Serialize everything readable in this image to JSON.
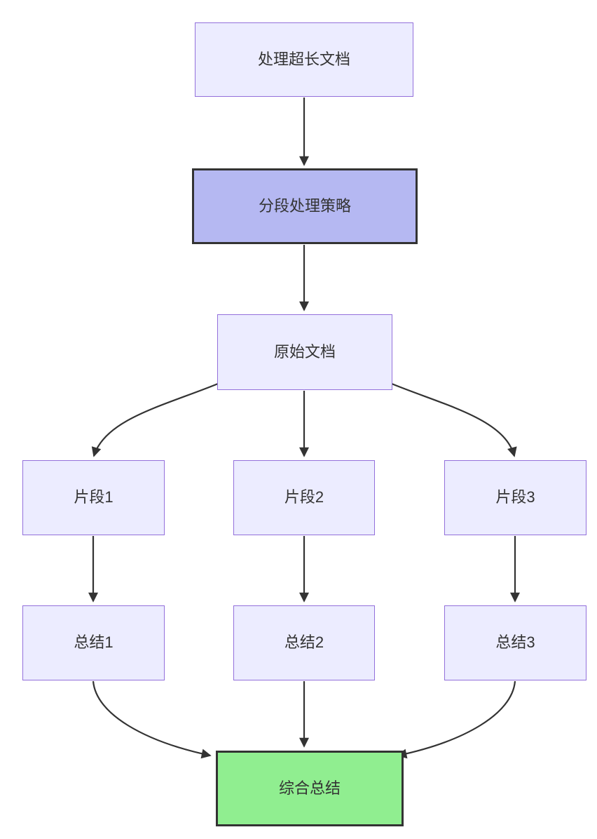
{
  "diagram": {
    "type": "flowchart-top-down",
    "nodes": [
      {
        "id": "start",
        "label": "处理超长文档",
        "kind": "default"
      },
      {
        "id": "strategy",
        "label": "分段处理策略",
        "kind": "highlight-purple"
      },
      {
        "id": "doc",
        "label": "原始文档",
        "kind": "default"
      },
      {
        "id": "chunk1",
        "label": "片段1",
        "kind": "default"
      },
      {
        "id": "chunk2",
        "label": "片段2",
        "kind": "default"
      },
      {
        "id": "chunk3",
        "label": "片段3",
        "kind": "default"
      },
      {
        "id": "summary1",
        "label": "总结1",
        "kind": "default"
      },
      {
        "id": "summary2",
        "label": "总结2",
        "kind": "default"
      },
      {
        "id": "summary3",
        "label": "总结3",
        "kind": "default"
      },
      {
        "id": "final",
        "label": "综合总结",
        "kind": "highlight-green"
      }
    ],
    "edges": [
      {
        "from": "start",
        "to": "strategy"
      },
      {
        "from": "strategy",
        "to": "doc"
      },
      {
        "from": "doc",
        "to": "chunk1"
      },
      {
        "from": "doc",
        "to": "chunk2"
      },
      {
        "from": "doc",
        "to": "chunk3"
      },
      {
        "from": "chunk1",
        "to": "summary1"
      },
      {
        "from": "chunk2",
        "to": "summary2"
      },
      {
        "from": "chunk3",
        "to": "summary3"
      },
      {
        "from": "summary1",
        "to": "final"
      },
      {
        "from": "summary2",
        "to": "final"
      },
      {
        "from": "summary3",
        "to": "final"
      }
    ],
    "colors": {
      "background": "#FFFFFF",
      "node_fill": "#ECECFF",
      "node_border": "#9370DB",
      "highlight_purple_fill": "#B5B8F2",
      "highlight_green_fill": "#90EE90",
      "highlight_border": "#333333",
      "edge": "#333333",
      "text": "#333333"
    }
  }
}
